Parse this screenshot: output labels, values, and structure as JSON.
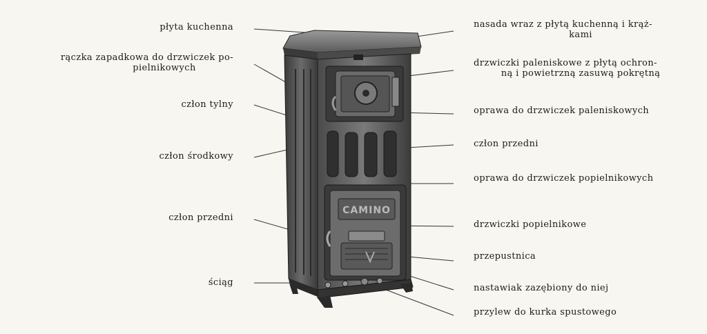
{
  "left_labels": [
    {
      "id": "plyta-kuchenna",
      "text": "płyta kuchenna"
    },
    {
      "id": "raczka-zapadkowa",
      "lines": [
        "rączka zapadkowa do drzwiczek po-",
        "pielnikowych"
      ]
    },
    {
      "id": "czlon-tylny",
      "text": "człon tylny"
    },
    {
      "id": "czlon-srodkowy",
      "text": "człon środkowy"
    },
    {
      "id": "czlon-przedni-left",
      "text": "człon przedni"
    },
    {
      "id": "sciag",
      "text": "ściąg"
    }
  ],
  "right_labels": [
    {
      "id": "nasada",
      "lines": [
        "nasada wraz z płytą kuchenną i krąż-",
        "kami"
      ]
    },
    {
      "id": "drzwiczki-paleniskowe",
      "lines": [
        "drzwiczki paleniskowe z płytą ochron-",
        "ną i powietrzną zasuwą pokrętną"
      ]
    },
    {
      "id": "oprawa-paleniskowych",
      "text": "oprawa do drzwiczek paleniskowych"
    },
    {
      "id": "czlon-przedni-right",
      "text": "człon przedni"
    },
    {
      "id": "oprawa-popielnikowych",
      "text": "oprawa do drzwiczek popielnikowych"
    },
    {
      "id": "drzwiczki-popielnikowe",
      "text": "drzwiczki popielnikowe"
    },
    {
      "id": "przepustnica",
      "text": "przepustnica"
    },
    {
      "id": "nastawiak",
      "text": "nastawiak zazębiony do niej"
    },
    {
      "id": "przylew",
      "text": "przylew do kurka spustowego"
    }
  ],
  "stove": {
    "brand": "CAMINO"
  },
  "colors": {
    "paper": "#f7f6f1",
    "ink": "#1a1a1a",
    "iron_dark": "#2c2c2c",
    "iron_mid": "#555555",
    "iron_light": "#8a8a8a"
  }
}
